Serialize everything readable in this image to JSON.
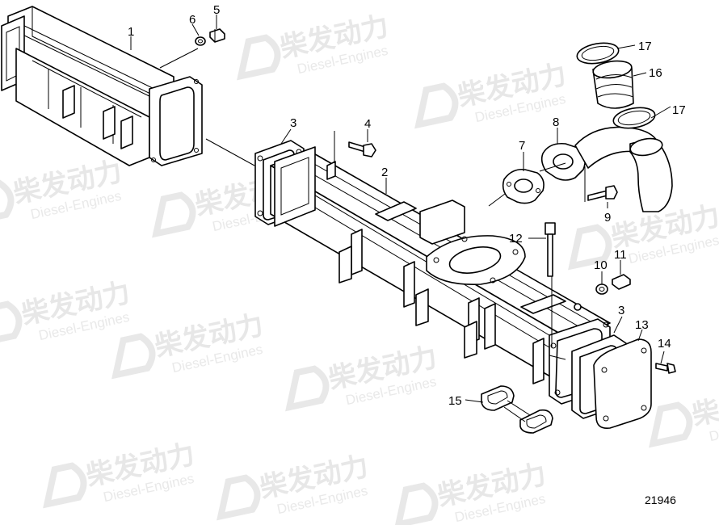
{
  "watermark": {
    "cn": "柴发动力",
    "en": "Diesel-Engines"
  },
  "callouts": [
    {
      "id": "c1",
      "text": "1"
    },
    {
      "id": "c2",
      "text": "2"
    },
    {
      "id": "c3a",
      "text": "3"
    },
    {
      "id": "c3b",
      "text": "3"
    },
    {
      "id": "c4",
      "text": "4"
    },
    {
      "id": "c5",
      "text": "5"
    },
    {
      "id": "c6",
      "text": "6"
    },
    {
      "id": "c7",
      "text": "7"
    },
    {
      "id": "c8",
      "text": "8"
    },
    {
      "id": "c9",
      "text": "9"
    },
    {
      "id": "c10",
      "text": "10"
    },
    {
      "id": "c11",
      "text": "11"
    },
    {
      "id": "c12",
      "text": "12"
    },
    {
      "id": "c13",
      "text": "13"
    },
    {
      "id": "c14",
      "text": "14"
    },
    {
      "id": "c15",
      "text": "15"
    },
    {
      "id": "c16",
      "text": "16"
    },
    {
      "id": "c17a",
      "text": "17"
    },
    {
      "id": "c17b",
      "text": "17"
    }
  ],
  "reference_number": "21946"
}
